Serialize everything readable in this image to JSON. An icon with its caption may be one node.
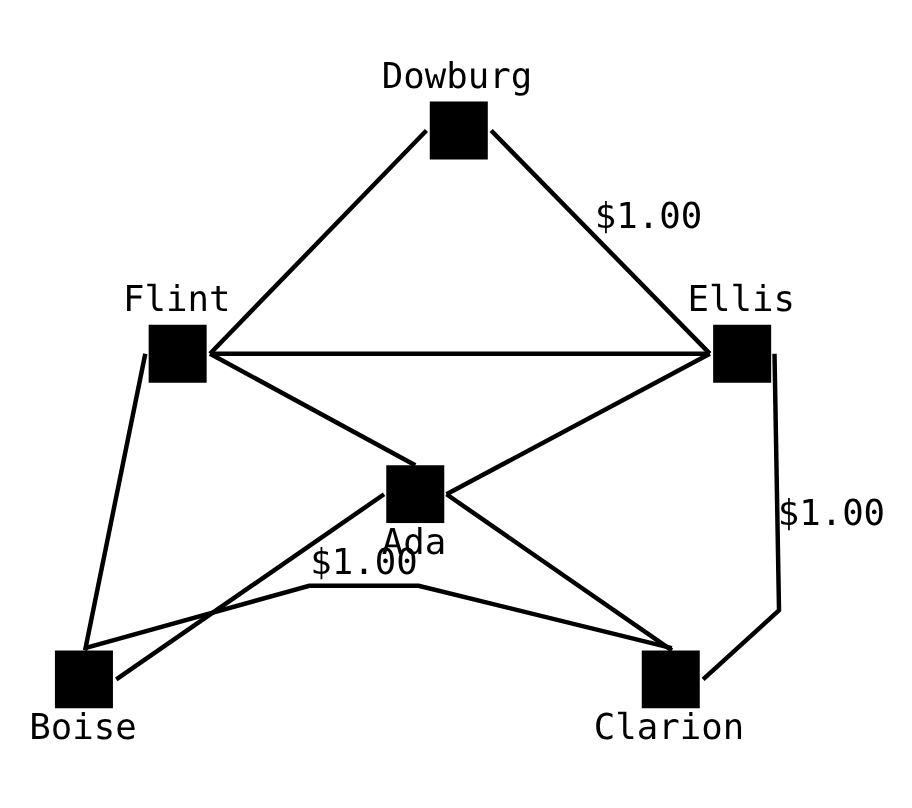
{
  "diagram": {
    "nodes": [
      {
        "text": [
          "Dowburg"
        ]
      },
      {
        "text": [
          "Flint"
        ]
      },
      {
        "text": [
          "Ellis"
        ]
      },
      {
        "text": [
          "Ada"
        ]
      },
      {
        "text": [
          "Boise"
        ]
      },
      {
        "text": [
          "Clarion"
        ]
      }
    ],
    "edges": [
      {
        "from": 0,
        "to": 1,
        "arrow": "none"
      },
      {
        "from": 0,
        "to": 2,
        "arrow": "none",
        "label": "$1.00"
      },
      {
        "from": 1,
        "to": 2,
        "arrow": "none"
      },
      {
        "from": 1,
        "to": 3,
        "arrow": "none"
      },
      {
        "from": 1,
        "to": 4,
        "arrow": "none"
      },
      {
        "from": 2,
        "to": 3,
        "arrow": "none"
      },
      {
        "from": 2,
        "to": 5,
        "arrow": "none",
        "label": "$1.00"
      },
      {
        "from": 3,
        "to": 4,
        "arrow": "none"
      },
      {
        "from": 3,
        "to": 5,
        "arrow": "none"
      },
      {
        "from": 4,
        "to": 5,
        "arrow": "none",
        "label": "$1.00"
      }
    ]
  }
}
